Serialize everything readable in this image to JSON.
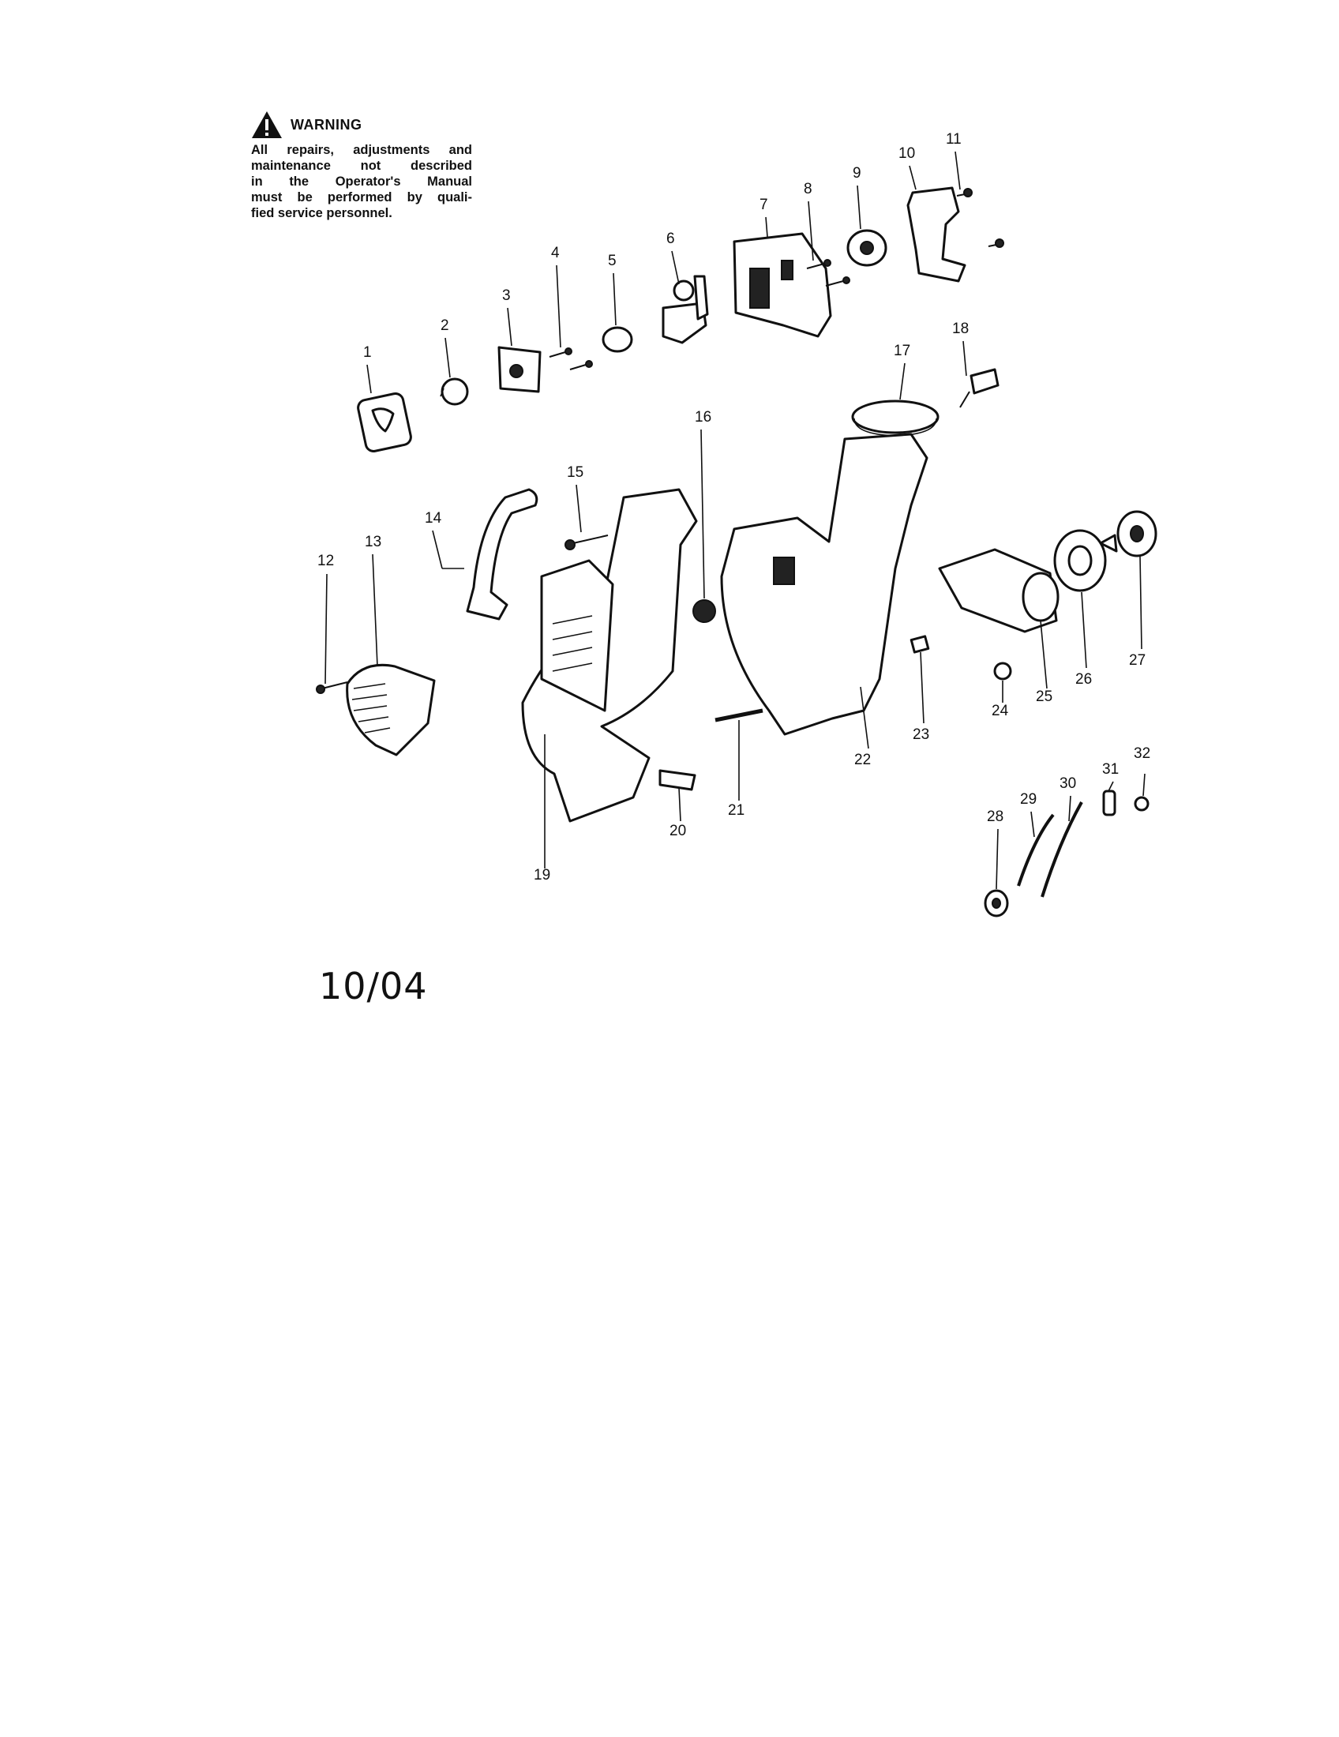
{
  "warning": {
    "title": "WARNING",
    "lines": [
      "All repairs, adjustments and",
      "maintenance not described",
      "in the Operator's Manual",
      "must be performed by quali-",
      "fied service personnel."
    ]
  },
  "callouts": [
    "1",
    "2",
    "3",
    "4",
    "5",
    "6",
    "7",
    "8",
    "9",
    "10",
    "11",
    "12",
    "13",
    "14",
    "15",
    "16",
    "17",
    "18",
    "19",
    "20",
    "21",
    "22",
    "23",
    "24",
    "25",
    "26",
    "27",
    "28",
    "29",
    "30",
    "31",
    "32"
  ],
  "date_code": "10/04",
  "icons": {
    "warning": "warning-triangle-icon"
  }
}
